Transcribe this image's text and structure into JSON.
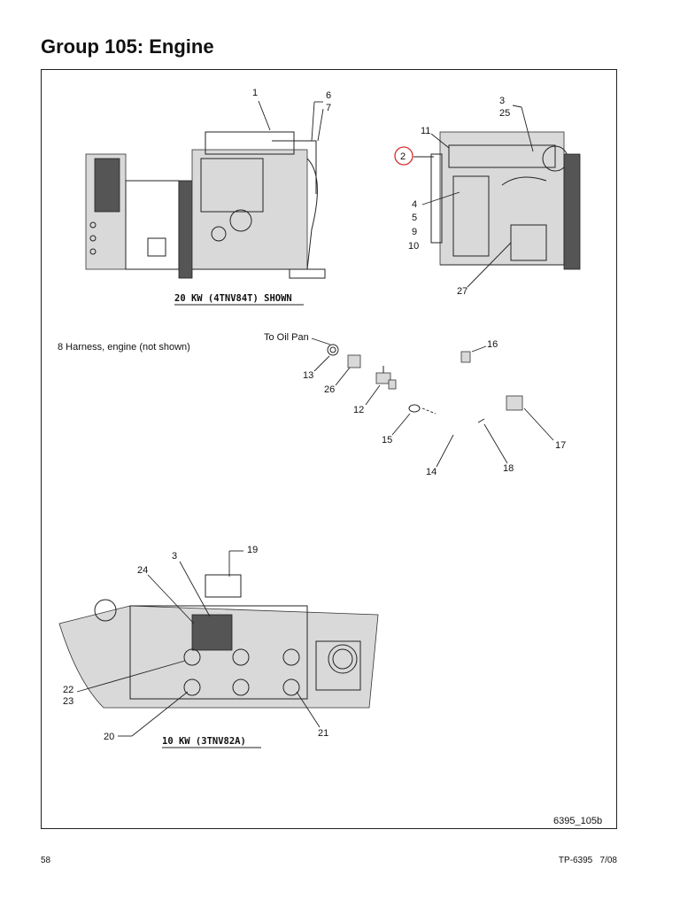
{
  "header": {
    "title": "Group 105:  Engine"
  },
  "figure": {
    "caption_top": "20 KW (4TNV84T) SHOWN",
    "caption_bottom": "10 KW (3TNV82A)",
    "note": "8  Harness, engine (not shown)",
    "to_oil_pan": "To Oil Pan",
    "figure_id": "6395_105b",
    "callouts_top_left": [
      "1",
      "6",
      "7"
    ],
    "callouts_top_right": [
      "3",
      "25",
      "11",
      "2",
      "4",
      "5",
      "9",
      "10",
      "27"
    ],
    "callouts_middle": [
      "16",
      "13",
      "26",
      "12",
      "15",
      "14",
      "18",
      "17"
    ],
    "callouts_bottom": [
      "19",
      "3",
      "24",
      "22",
      "23",
      "20",
      "21"
    ]
  },
  "footer": {
    "page_number": "58",
    "doc_ref": "TP-6395   7/08"
  },
  "colors": {
    "highlight_circle": "#d62a2a"
  }
}
